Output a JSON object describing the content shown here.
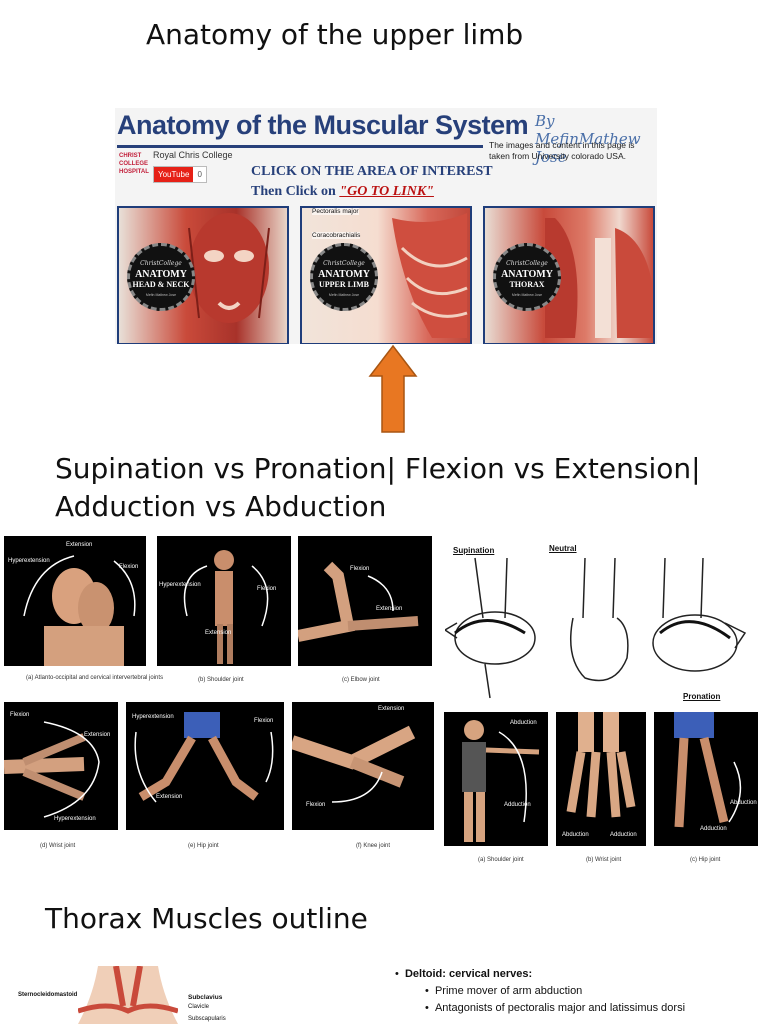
{
  "slide1": {
    "title": "Anatomy of the upper limb"
  },
  "banner": {
    "title": "Anatomy of the Muscular System",
    "signature": "By MefinMathew Jose",
    "credit": "The images and content in this page is taken from University colorado USA.",
    "hospital": "CHRIST COLLEGE HOSPITAL",
    "college": "Royal Chris College",
    "youtube": "YouTube",
    "youtube_count": "0",
    "instruction1": "CLICK ON THE AREA OF INTEREST",
    "instruction2": "Then Click on",
    "instruction_link": "\"GO TO LINK\"",
    "tiles": [
      {
        "top": "ANATOMY",
        "bottom": "HEAD & NECK",
        "brand": "ChristCollege",
        "name": "Mefin Mathew Jose"
      },
      {
        "top": "ANATOMY",
        "bottom": "UPPER LIMB",
        "brand": "ChristCollege",
        "name": "Mefin Mathew Jose"
      },
      {
        "top": "ANATOMY",
        "bottom": "THORAX",
        "brand": "ChristCollege",
        "name": "Mefin Mathew Jose"
      }
    ],
    "labels": {
      "pectoralis": "Pectoralis major",
      "coraco": "Coracobrachialis"
    },
    "arrow_color": "#e87722"
  },
  "slide2": {
    "title_line1": "Supination vs Pronation| Flexion vs Extension|",
    "title_line2": "Adduction vs Abduction"
  },
  "motion": {
    "a": {
      "caption": "(a) Atlanto-occipital and cervical intervertebral joints",
      "l1": "Extension",
      "l2": "Hyperextension",
      "l3": "Flexion"
    },
    "b": {
      "caption": "(b) Shoulder joint",
      "l1": "Hyperextension",
      "l2": "Flexion",
      "l3": "Extension"
    },
    "c": {
      "caption": "(c) Elbow joint",
      "l1": "Flexion",
      "l2": "Extension"
    },
    "d": {
      "caption": "(d) Wrist joint",
      "l1": "Flexion",
      "l2": "Extension",
      "l3": "Hyperextension"
    },
    "e": {
      "caption": "(e) Hip joint",
      "l1": "Hyperextension",
      "l2": "Flexion",
      "l3": "Extension"
    },
    "f": {
      "caption": "(f) Knee joint",
      "l1": "Extension",
      "l2": "Flexion"
    },
    "supination": "Supination",
    "neutral": "Neutral",
    "pronation": "Pronation",
    "g": {
      "caption": "(a) Shoulder joint",
      "l1": "Abduction",
      "l2": "Adduction"
    },
    "h": {
      "caption": "(b) Wrist joint",
      "l1": "Abduction",
      "l2": "Adduction"
    },
    "i": {
      "caption": "(c) Hip joint",
      "l1": "Abduction",
      "l2": "Adduction"
    }
  },
  "slide3": {
    "title": "Thorax Muscles outline",
    "labels": {
      "scm": "Sternocleidomastoid",
      "subclavius": "Subclavius",
      "clavicle": "Clavicle",
      "subscap": "Subscapularis"
    },
    "bullet_head": "Deltoid:",
    "bullet_head_rest": "cervical nerves:",
    "sub1": "Prime mover of arm abduction",
    "sub2": "Antagonists of pectoralis major and latissimus dorsi"
  }
}
